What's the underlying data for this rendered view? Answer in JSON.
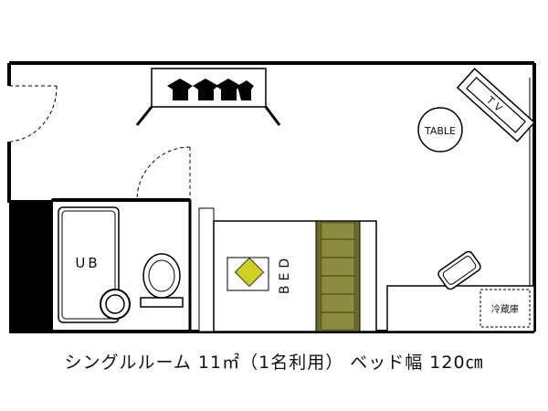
{
  "labels": {
    "table": "TABLE",
    "tv": "TV",
    "unit_bath": "UB",
    "bed": "BED",
    "fridge": "冷蔵庫"
  },
  "caption": "シングルルーム 11㎡（1名利用） ベッド幅 120㎝"
}
